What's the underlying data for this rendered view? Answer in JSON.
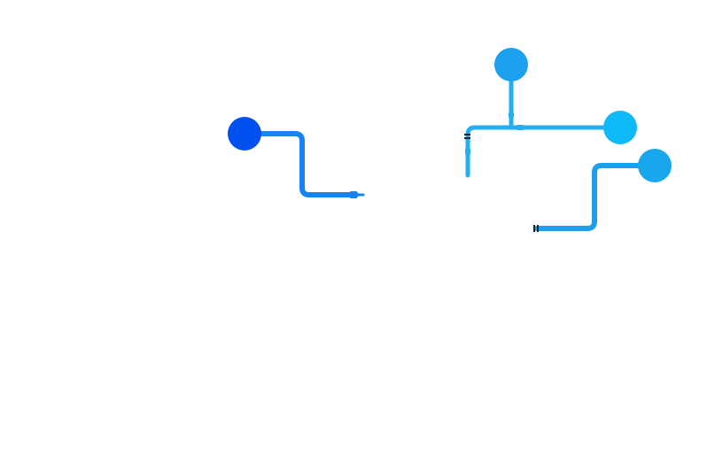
{
  "canvas": {
    "background": "#ffffff"
  },
  "colors": {
    "node_dark_blue": "#0050f0",
    "node_blue": "#1aa0ec",
    "node_cyan": "#0db9f7",
    "node_sky": "#18a7ed",
    "pipe_left": "#1684ee",
    "pipe_right": "#22aef0",
    "pipe_lower_right": "#1e9ded",
    "marker": "#222222"
  },
  "nodes": [
    {
      "id": "node-left",
      "color_key": "node_dark_blue"
    },
    {
      "id": "node-top",
      "color_key": "node_blue"
    },
    {
      "id": "node-right",
      "color_key": "node_cyan"
    },
    {
      "id": "node-lower-right",
      "color_key": "node_sky"
    }
  ]
}
